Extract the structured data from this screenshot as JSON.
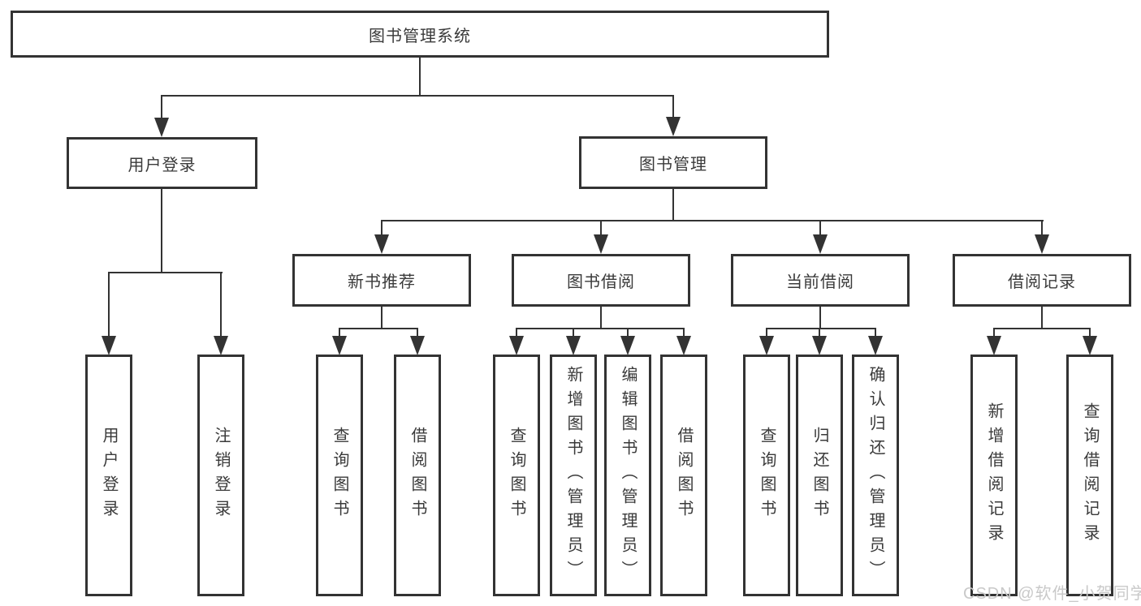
{
  "diagram_title": "图书管理系统",
  "colors": {
    "line": "#333333",
    "box_border": "#333333",
    "text": "#3a3a3a",
    "background": "#ffffff",
    "watermark": "#c9c9c9"
  },
  "tree": {
    "label": "图书管理系统",
    "children": [
      {
        "label": "用户登录",
        "children": [
          {
            "label": "用户登录"
          },
          {
            "label": "注销登录"
          }
        ]
      },
      {
        "label": "图书管理",
        "children": [
          {
            "label": "新书推荐",
            "children": [
              {
                "label": "查询图书"
              },
              {
                "label": "借阅图书"
              }
            ]
          },
          {
            "label": "图书借阅",
            "children": [
              {
                "label": "查询图书"
              },
              {
                "label": "新增图书（管理员）"
              },
              {
                "label": "编辑图书（管理员）"
              },
              {
                "label": "借阅图书"
              }
            ]
          },
          {
            "label": "当前借阅",
            "children": [
              {
                "label": "查询图书"
              },
              {
                "label": "归还图书"
              },
              {
                "label": "确认归还（管理员）"
              }
            ]
          },
          {
            "label": "借阅记录",
            "children": [
              {
                "label": "新增借阅记录"
              },
              {
                "label": "查询借阅记录"
              }
            ]
          }
        ]
      }
    ]
  },
  "watermark": {
    "text": "CSDN @软件_小贺同学"
  }
}
